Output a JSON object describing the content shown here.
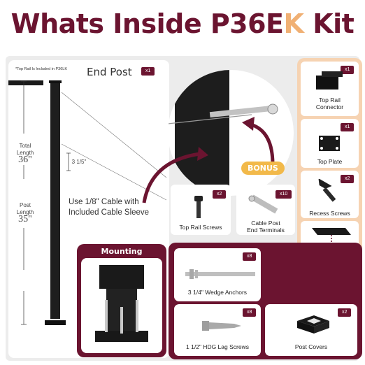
{
  "title": {
    "main": "Whats Inside P36E",
    "accent": "K",
    "suffix": " Kit"
  },
  "end_post": {
    "title": "End Post",
    "qty": "x1",
    "note": "*Top Rail Is Included in P36LK",
    "total_length_label": "Total\nLength",
    "total_length_value": "36\"",
    "post_length_label": "Post\nLength",
    "post_length_value": "35\"",
    "spacing": "3 1/5\"",
    "cable_text_1": "Use 1/8\" Cable with",
    "cable_text_2": "Included Cable Sleeve"
  },
  "bonus": "BONUS",
  "items": {
    "top_rail_screws": {
      "label": "Top Rail Screws",
      "qty": "x2"
    },
    "cable_terminals": {
      "label_1": "Cable Post",
      "label_2": "End Terminals",
      "qty": "x10"
    },
    "top_rail_connector": {
      "label_1": "Top Rail",
      "label_2": "Connector",
      "qty": "x1"
    },
    "top_plate": {
      "label": "Top Plate",
      "qty": "x1"
    },
    "recess_screws": {
      "label": "Recess Screws",
      "qty": "x2"
    },
    "wedge_anchors": {
      "label": "3 1/4\" Wedge Anchors",
      "qty": "x8"
    },
    "lag_screws": {
      "label": "1 1/2\" HDG Lag Screws",
      "qty": "x8"
    },
    "post_covers": {
      "label": "Post Covers",
      "qty": "x2"
    }
  },
  "mounting": {
    "title": "Mounting"
  },
  "colors": {
    "brand": "#6b1430",
    "accent": "#f0b074",
    "bonus": "#f2b94a",
    "panel": "#f6d3b2"
  }
}
